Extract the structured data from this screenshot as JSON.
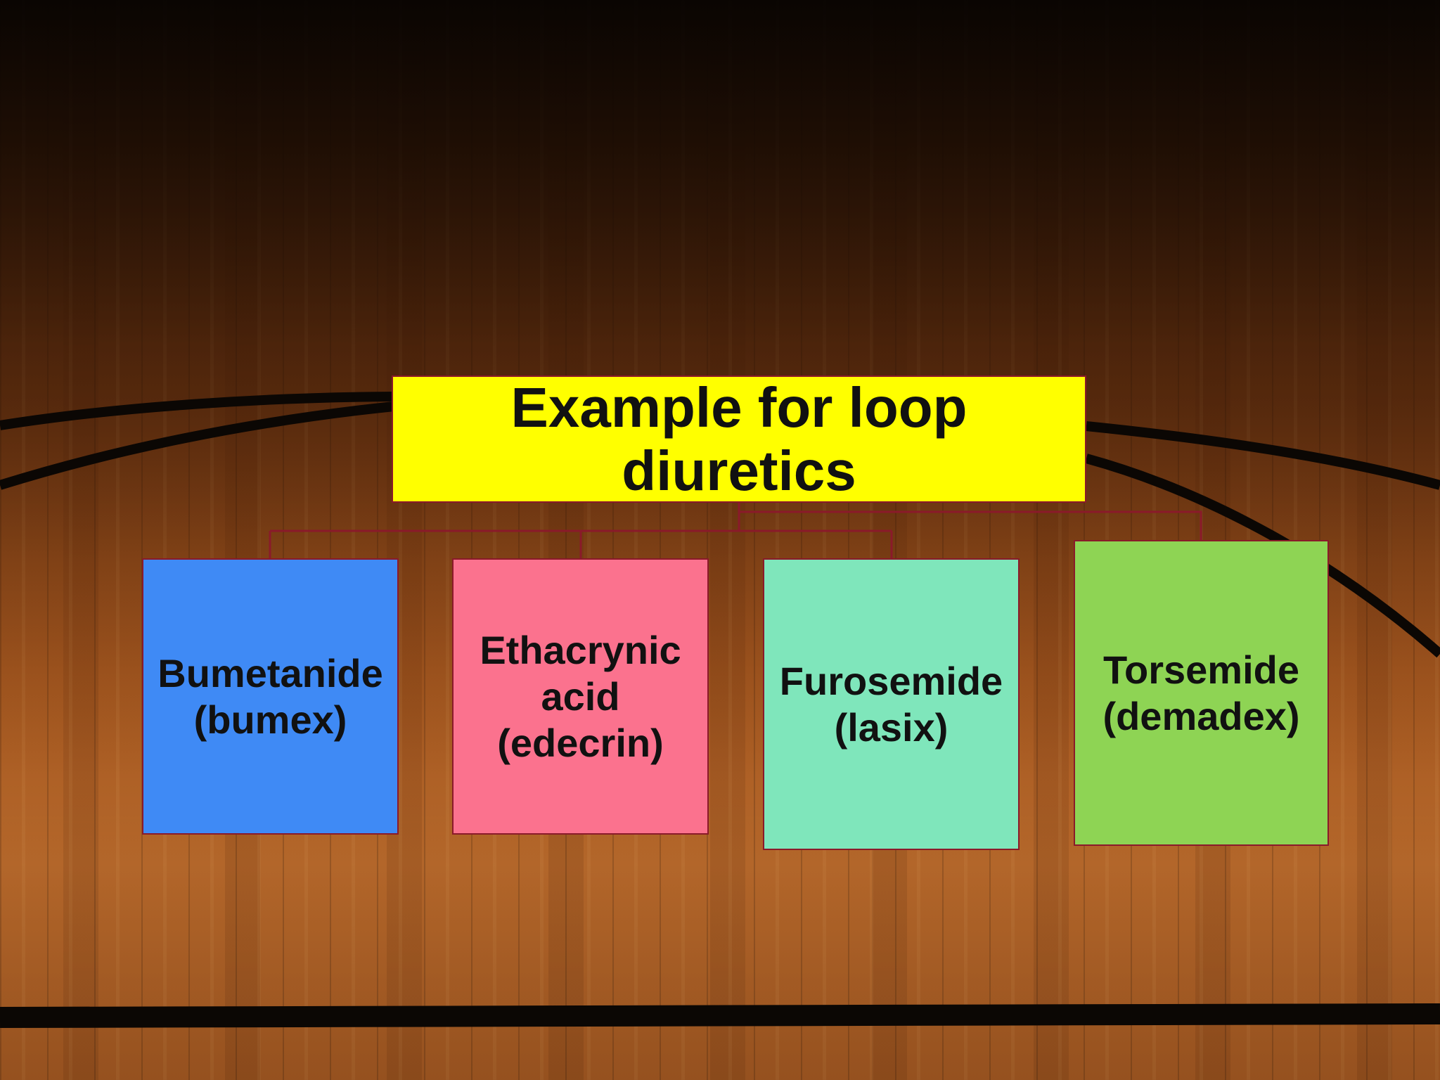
{
  "diagram": {
    "title": "Example for loop\ndiuretics",
    "children": [
      {
        "label": "Bumetanide\n(bumex)",
        "color": "#3f8af5"
      },
      {
        "label": "Ethacrynic\nacid\n(edecrin)",
        "color": "#fb728e"
      },
      {
        "label": "Furosemide\n(lasix)",
        "color": "#7fe6bb"
      },
      {
        "label": "Torsemide\n(demadex)",
        "color": "#8ed454"
      }
    ],
    "title_color": "#ffff00",
    "connector_color": "#8a1a2a"
  }
}
